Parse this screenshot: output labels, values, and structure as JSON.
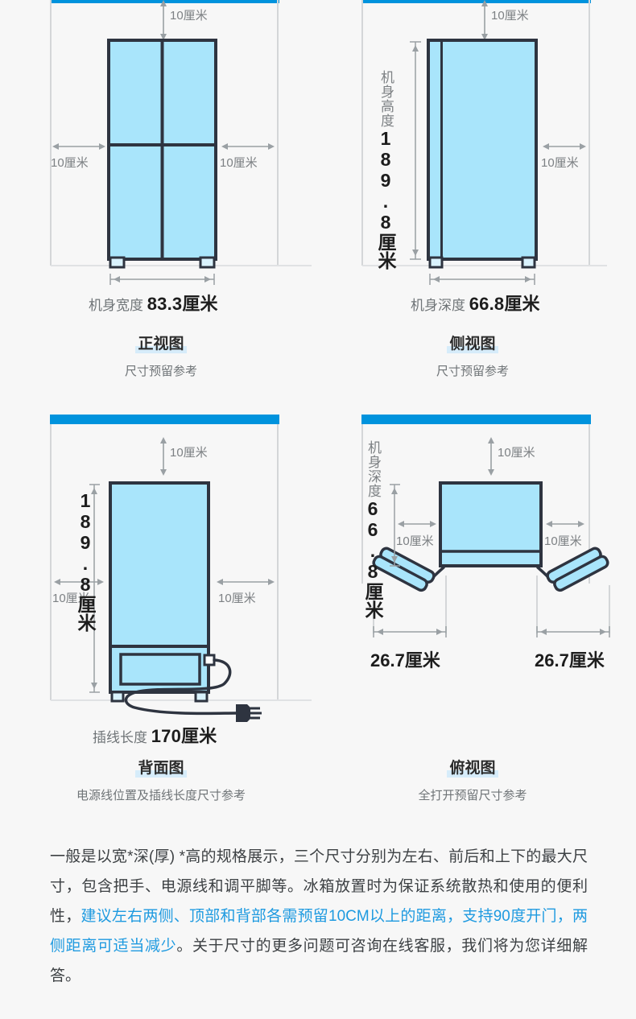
{
  "colors": {
    "background": "#f7f7f7",
    "accent_bar": "#0093dd",
    "body_fill": "#a9e5fb",
    "outline": "#2e3440",
    "wall_line": "#d4d6d8",
    "dim_text": "#7d8184",
    "highlight_text": "#1e9ae0",
    "title_highlight": "#d6ecfa"
  },
  "panels": [
    {
      "id": "front-view",
      "title": "正视图",
      "subtitle": "尺寸预留参考",
      "clearance_top": "10厘米",
      "clearance_left": "10厘米",
      "clearance_right": "10厘米",
      "main_dim_label": "机身宽度",
      "main_dim_value": "83.3厘米"
    },
    {
      "id": "side-view",
      "title": "侧视图",
      "subtitle": "尺寸预留参考",
      "clearance_top": "10厘米",
      "clearance_right": "10厘米",
      "height_label": "机身高度",
      "height_value": "189.8厘米",
      "main_dim_label": "机身深度",
      "main_dim_value": "66.8厘米"
    },
    {
      "id": "back-view",
      "title": "背面图",
      "subtitle": "电源线位置及插线长度尺寸参考",
      "clearance_top": "10厘米",
      "clearance_left": "10厘米",
      "clearance_right": "10厘米",
      "height_value": "189.8厘米",
      "main_dim_label": "插线长度",
      "main_dim_value": "170厘米"
    },
    {
      "id": "top-view",
      "title": "俯视图",
      "subtitle": "全打开预留尺寸参考",
      "clearance_top": "10厘米",
      "clearance_left": "10厘米",
      "clearance_right": "10厘米",
      "depth_label": "机身深度",
      "depth_value": "66.8厘米",
      "door_left_value": "26.7厘米",
      "door_right_value": "26.7厘米"
    }
  ],
  "note": {
    "part1": "一般是以宽*深(厚) *高的规格展示，三个尺寸分别为左右、前后和上下的最大尺寸，包含把手、电源线和调平脚等。冰箱放置时为保证系统散热和使用的便利性，",
    "highlight": "建议左右两侧、顶部和背部各需预留10CM以上的距离，支持90度开门，两侧距离可适当减少",
    "part2": "。关于尺寸的更多问题可咨询在线客服，我们将为您详细解答。"
  }
}
